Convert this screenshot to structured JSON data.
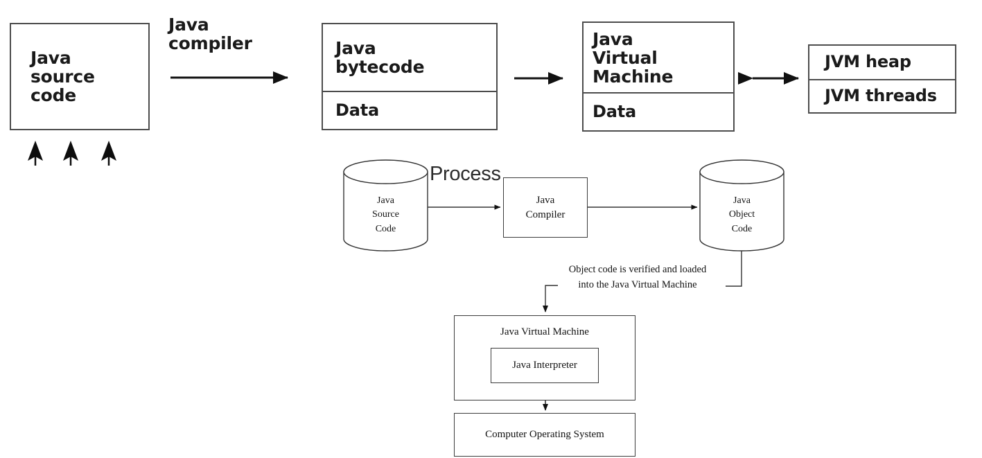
{
  "diagram": {
    "title": "Java compilation and execution diagram",
    "colors": {
      "line": "#4c4c4c",
      "line_thin": "#3b3b3b",
      "text": "#1a1a1a",
      "text_serif": "#111111",
      "background": "#ffffff",
      "process_label": "#2b2b2b"
    }
  },
  "top_flow": {
    "source_box": {
      "label": "Java\nsource\ncode"
    },
    "compiler_arrow": {
      "label": "Java\ncompiler",
      "icon": "arrow-right-icon"
    },
    "bytecode_box": {
      "label": "Java\nbytecode",
      "data_label": "Data"
    },
    "exec_arrow": {
      "icon": "arrow-right-icon"
    },
    "jvm_box": {
      "label": "Java\nVirtual\nMachine",
      "data_label": "Data"
    },
    "jvm_arrow": {
      "icon": "arrow-left-right-icon"
    },
    "memory_box": {
      "heap_label": "JVM heap",
      "threads_label": "JVM threads"
    },
    "thread_markers": {
      "icon": "arrow-up-icon",
      "count": 3
    }
  },
  "process_flow": {
    "process_label": "Process",
    "source_cylinder": {
      "label": "Java\nSource\nCode",
      "icon": "cylinder-icon"
    },
    "compile_arrow": {
      "icon": "arrow-right-icon"
    },
    "compiler_box": {
      "label": "Java\nCompiler"
    },
    "output_arrow": {
      "icon": "arrow-right-icon"
    },
    "object_cylinder": {
      "label": "Java\nObject\nCode",
      "icon": "cylinder-icon"
    },
    "load_note": "Object code is verified and loaded\ninto the Java Virtual Machine",
    "load_arrow": {
      "icon": "arrow-down-icon"
    },
    "jvm_box": {
      "label": "Java Virtual Machine"
    },
    "interpreter_box": {
      "label": "Java Interpreter"
    },
    "os_arrow": {
      "icon": "arrow-up-down-icon"
    },
    "os_box": {
      "label": "Computer Operating System"
    }
  }
}
